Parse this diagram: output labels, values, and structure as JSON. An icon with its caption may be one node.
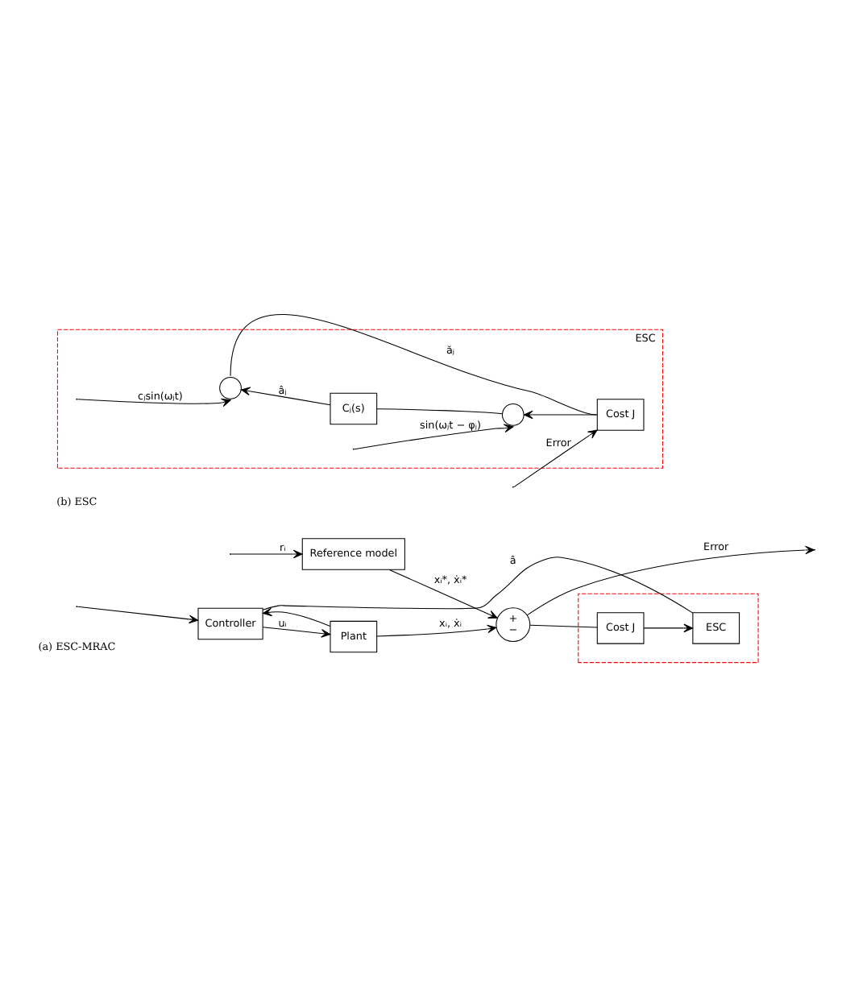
{
  "diagram": {
    "nodes": [
      {
        "text": [
          "Reference model"
        ]
      },
      {
        "text": [
          "Controller"
        ]
      },
      {
        "text": [
          "Plant"
        ]
      },
      {
        "text": [
          "+",
          "−"
        ]
      },
      {
        "text": [],
        "shape": "box"
      },
      {
        "text": [
          "ESC"
        ],
        "in": 4
      },
      {
        "text": [
          "Cost J"
        ],
        "in": 4
      },
      {
        "text": [
          "ESC"
        ]
      },
      {
        "text": [
          "Cost J"
        ],
        "in": 7
      },
      {
        "text": [],
        "shape": "circle",
        "in": 7
      },
      {
        "text": [
          "Cⱼ(s)"
        ],
        "in": 7
      },
      {
        "text": [],
        "shape": "circle",
        "in": 7
      }
    ],
    "edges": [
      {
        "from": null,
        "to": 0,
        "arrow": "to",
        "label": "rᵢ"
      },
      {
        "from": null,
        "to": 1,
        "arrow": "to"
      },
      {
        "from": 0,
        "to": 3,
        "arrow": "to",
        "label": "xᵢ*, ẋᵢ*"
      },
      {
        "from": 1,
        "to": 2,
        "arrow": "to",
        "label": "uᵢ"
      },
      {
        "from": 2,
        "to": 3,
        "arrow": "to",
        "label": "xᵢ, ẋᵢ"
      },
      {
        "from": 2,
        "to": 1,
        "arrow": "to"
      },
      {
        "from": 3,
        "to": null,
        "arrow": "to",
        "label": "Error"
      },
      {
        "from": 3,
        "to": 6,
        "arrow": "none"
      },
      {
        "from": 6,
        "to": 5,
        "arrow": "to"
      },
      {
        "from": 5,
        "to": 1,
        "arrow": "none",
        "label": "â"
      },
      {
        "from": null,
        "to": 8,
        "arrow": "to",
        "label": "Error"
      },
      {
        "from": 8,
        "to": 11,
        "arrow": "to"
      },
      {
        "from": 11,
        "to": 10,
        "arrow": "none"
      },
      {
        "from": 10,
        "to": 9,
        "arrow": "to",
        "label": "âⱼ"
      },
      {
        "from": null,
        "to": 9,
        "arrow": "to",
        "label": "cⱼsin(ωⱼt)"
      },
      {
        "from": null,
        "to": 11,
        "arrow": "to",
        "label": "sin(ωⱼt − φⱼ)"
      },
      {
        "from": 9,
        "to": 8,
        "arrow": "none",
        "label": "ăⱼ"
      }
    ],
    "labels": [
      "(a) ESC-MRAC",
      "(b) ESC"
    ]
  }
}
